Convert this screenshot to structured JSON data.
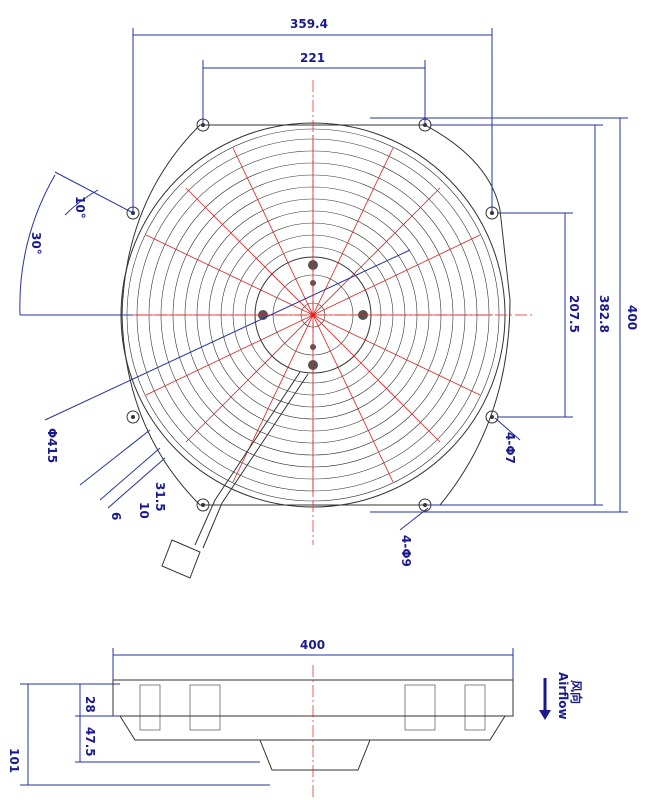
{
  "dimensions": {
    "mount_span": "359.4",
    "inner_span": "221",
    "height_total": "400",
    "height_mount": "382.8",
    "height_inner": "207.5",
    "angle_outer": "30°",
    "angle_inner": "10°",
    "diameter": "Φ415",
    "d_small_1": "31.5",
    "d_small_2": "10",
    "d_small_3": "6",
    "holes_small": "4-Φ7",
    "holes_large": "4-Φ9",
    "side_width": "400",
    "side_height": "101",
    "side_d1": "28",
    "side_d2": "47.5"
  },
  "airflow": {
    "label_cn": "风向",
    "label_en": "Airflow"
  },
  "colors": {
    "dimension": "#1a1a8c",
    "centerline": "#e02020",
    "outline": "#333333"
  }
}
